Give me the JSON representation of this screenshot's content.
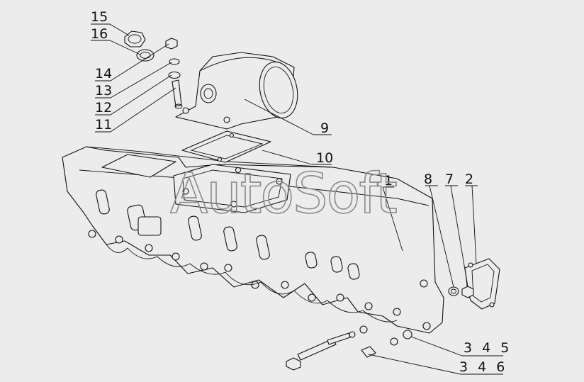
{
  "watermark": "AutoSoft",
  "callouts": {
    "c15": "15",
    "c16": "16",
    "c14": "14",
    "c13": "13",
    "c12": "12",
    "c11": "11",
    "c9": "9",
    "c10": "10",
    "c8": "8",
    "c7": "7",
    "c2": "2",
    "c1": "1",
    "row1": "3 4 5",
    "row2": "3 4 6"
  }
}
